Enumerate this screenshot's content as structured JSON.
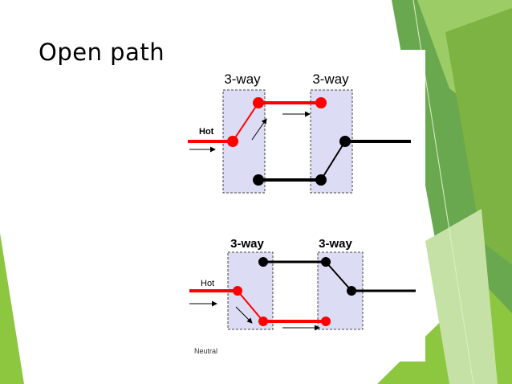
{
  "slide": {
    "title": "Open path"
  },
  "diagram_top": {
    "left_switch_label": "3-way",
    "right_switch_label": "3-way",
    "hot_label": "Hot"
  },
  "diagram_bottom": {
    "left_switch_label": "3-way",
    "right_switch_label": "3-way",
    "hot_label": "Hot",
    "neutral_label": "Neutral"
  },
  "colors": {
    "active_wire": "#ff0000",
    "inactive_wire": "#000000",
    "switch_box": "#dcdcf5",
    "accent_green": "#8dc63f"
  }
}
